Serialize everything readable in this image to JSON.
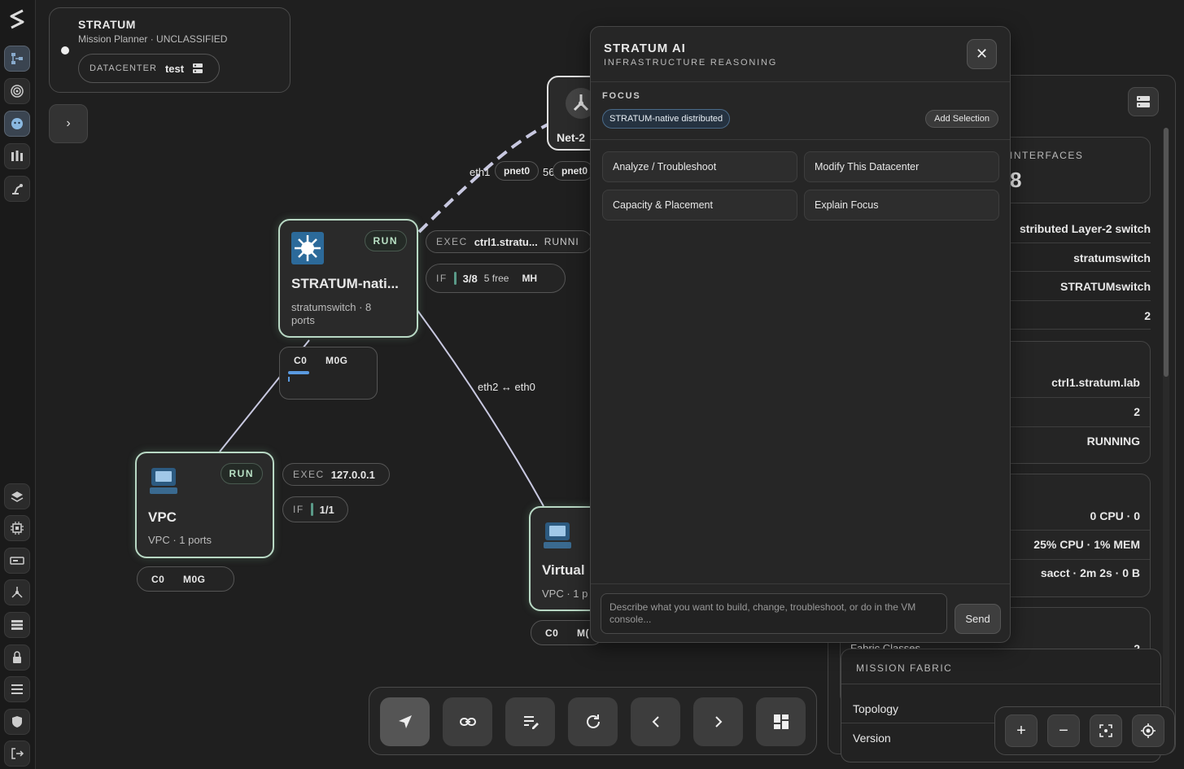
{
  "header": {
    "brand": "STRATUM",
    "subtitle": "Mission Planner · UNCLASSIFIED",
    "datacenter_key": "DATACENTER",
    "datacenter_value": "test"
  },
  "nodes": {
    "switch": {
      "status": "RUN",
      "title": "STRATUM-nati...",
      "subtitle": "stratumswitch · 8 ports",
      "exec_key": "EXEC",
      "exec_host": "ctrl1.stratu...",
      "exec_state": "RUNNI",
      "if_key": "IF",
      "if_value": "3/8",
      "if_free": "5 free",
      "if_tag": "MH",
      "cpu": "C0",
      "mem": "M0G"
    },
    "vpc": {
      "status": "RUN",
      "title": "VPC",
      "subtitle": "VPC · 1 ports",
      "exec_key": "EXEC",
      "exec_host": "127.0.0.1",
      "if_key": "IF",
      "if_value": "1/1",
      "cpu": "C0",
      "mem": "M0G"
    },
    "virtual": {
      "title": "Virtual",
      "subtitle": "VPC · 1 p",
      "cpu": "C0",
      "mem": "M("
    },
    "net": {
      "title": "Net-2"
    }
  },
  "edges": {
    "label_eth1": "eth1",
    "tag_pnet0_a": "pnet0",
    "tag_56": "56",
    "tag_pnet0_b": "pnet0",
    "label_eth2": "eth2 ↔ eth0"
  },
  "inspector": {
    "interfaces_key": "INTERFACES",
    "interfaces_value": "8",
    "rows_a": [
      "stributed Layer-2 switch",
      "stratumswitch",
      "STRATUMswitch",
      "2"
    ],
    "rows_b": [
      "ctrl1.stratum.lab",
      "2",
      "RUNNING"
    ],
    "rows_c": [
      "0 CPU · 0",
      "25% CPU · 1% MEM",
      "sacct · 2m 2s · 0 B"
    ],
    "partial_row": "Fabric Classes",
    "partial_value": "2"
  },
  "fabric": {
    "title": "MISSION FABRIC",
    "topology": "Topology",
    "version": "Version"
  },
  "zoom": {
    "plus": "+",
    "minus": "−"
  },
  "ai_panel": {
    "title": "STRATUM AI",
    "subtitle": "INFRASTRUCTURE REASONING",
    "focus_label": "FOCUS",
    "focus_chip": "STRATUM-native distributed",
    "add_selection": "Add Selection",
    "actions": [
      "Analyze / Troubleshoot",
      "Modify This Datacenter",
      "Capacity & Placement",
      "Explain Focus"
    ],
    "input_placeholder": "Describe what you want to build, change, troubleshoot, or do in the VM console...",
    "send": "Send"
  },
  "colors": {
    "accent_node_border": "#b8d8c4",
    "run_text": "#b8e0c4",
    "focus_chip_bg": "#253240",
    "edge": "#c8c8e0"
  }
}
